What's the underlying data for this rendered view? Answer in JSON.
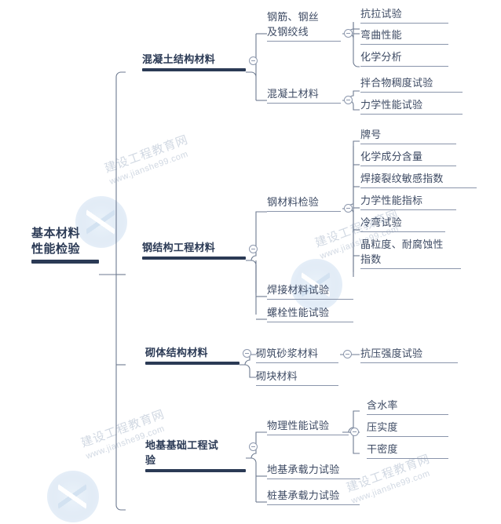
{
  "diagram": {
    "type": "mindmap",
    "title": "基本材料性能检验",
    "colors": {
      "root_text": "#2b3a55",
      "root_rule": "#2b3a55",
      "branch_text": "#2b3a55",
      "branch_rule": "#2b3a55",
      "leaf_text": "#3d4a63",
      "leaf_rule": "#8a95ab",
      "connector": "#6d7a90",
      "background": "#ffffff",
      "watermark": "#c9d2de"
    },
    "root": {
      "label": "基本材料\n性能检验"
    },
    "branches": [
      {
        "label": "混凝土结构材料",
        "children": [
          {
            "label": "钢筋、钢丝\n及钢绞线",
            "children": [
              {
                "label": "抗拉试验"
              },
              {
                "label": "弯曲性能"
              },
              {
                "label": "化学分析"
              }
            ]
          },
          {
            "label": "混凝土材料",
            "children": [
              {
                "label": "拌合物稠度试验"
              },
              {
                "label": "力学性能试验"
              }
            ]
          }
        ]
      },
      {
        "label": "钢结构工程材料",
        "children": [
          {
            "label": "钢材料检验",
            "children": [
              {
                "label": "牌号"
              },
              {
                "label": "化学成分含量"
              },
              {
                "label": "焊接裂纹敏感指数"
              },
              {
                "label": "力学性能指标"
              },
              {
                "label": "冷弯试验"
              },
              {
                "label": "晶粒度、耐腐蚀性\n指数"
              }
            ]
          },
          {
            "label": "焊接材料试验",
            "children": []
          },
          {
            "label": "螺栓性能试验",
            "children": []
          }
        ]
      },
      {
        "label": "砌体结构材料",
        "children": [
          {
            "label": "砌筑砂浆材料",
            "children": [
              {
                "label": "抗压强度试验"
              }
            ]
          },
          {
            "label": "砌块材料",
            "children": []
          }
        ]
      },
      {
        "label": "地基基础工程试\n验",
        "children": [
          {
            "label": "物理性能试验",
            "children": [
              {
                "label": "含水率"
              },
              {
                "label": "压实度"
              },
              {
                "label": "干密度"
              }
            ]
          },
          {
            "label": "地基承载力试验",
            "children": []
          },
          {
            "label": "桩基承载力试验",
            "children": []
          }
        ]
      }
    ]
  },
  "watermarks": {
    "line1": "建设工程教育网",
    "line2": "www.jianshe99.com"
  }
}
